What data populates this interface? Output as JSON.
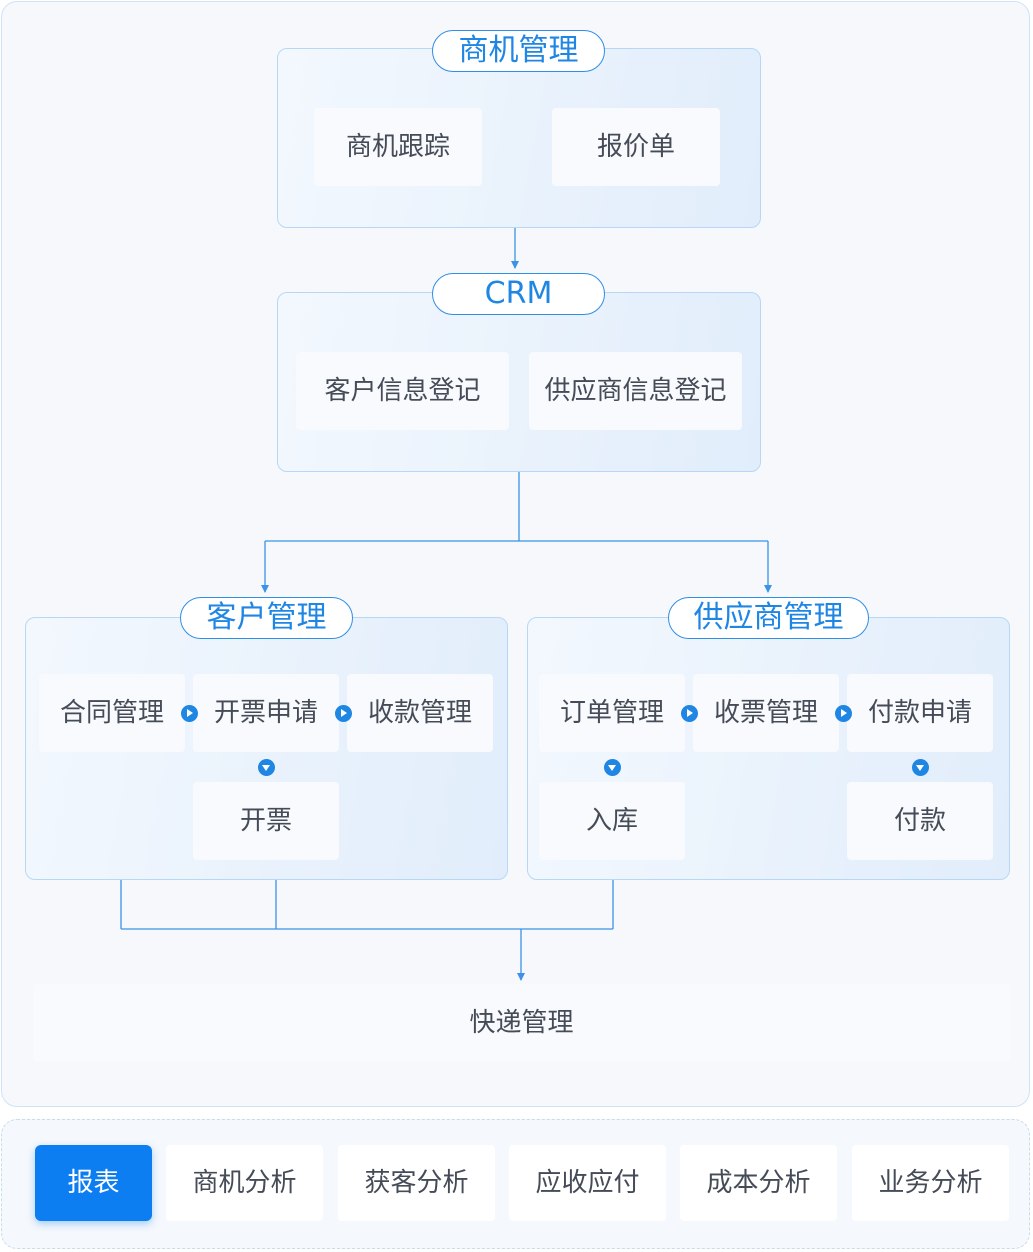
{
  "opportunity": {
    "title": "商机管理",
    "items": [
      "商机跟踪",
      "报价单"
    ]
  },
  "crm": {
    "title": "CRM",
    "items": [
      "客户信息登记",
      "供应商信息登记"
    ]
  },
  "customer": {
    "title": "客户管理",
    "contract": "合同管理",
    "invoice_apply": "开票申请",
    "collection": "收款管理",
    "invoice": "开票"
  },
  "supplier": {
    "title": "供应商管理",
    "order": "订单管理",
    "receipt": "收票管理",
    "payment_apply": "付款申请",
    "stock_in": "入库",
    "payment": "付款"
  },
  "express": {
    "label": "快递管理"
  },
  "tabs": {
    "active": "报表",
    "items": [
      "商机分析",
      "获客分析",
      "应收应付",
      "成本分析",
      "业务分析"
    ]
  },
  "colors": {
    "accent": "#1f86e4",
    "connector": "#3a93e6",
    "group_border": "#b6d8f6",
    "active_tab": "#0c7ef2"
  }
}
